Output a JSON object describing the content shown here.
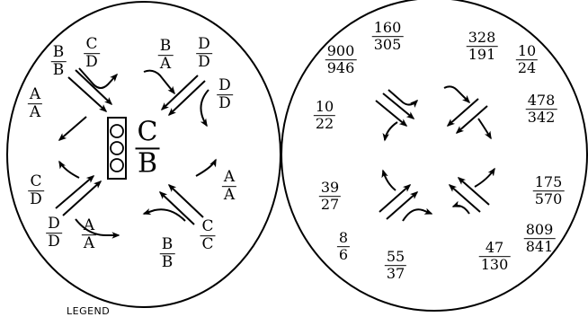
{
  "left_circle": {
    "signal_label": {
      "top": "C",
      "bottom": "B"
    },
    "approach_labels": [
      {
        "n": "B",
        "d": "B"
      },
      {
        "n": "C",
        "d": "D"
      },
      {
        "n": "B",
        "d": "A"
      },
      {
        "n": "D",
        "d": "D"
      },
      {
        "n": "A",
        "d": "A"
      },
      {
        "n": "D",
        "d": "D"
      },
      {
        "n": "C",
        "d": "D"
      },
      {
        "n": "A",
        "d": "A"
      },
      {
        "n": "D",
        "d": "D"
      },
      {
        "n": "A",
        "d": "A"
      },
      {
        "n": "B",
        "d": "B"
      },
      {
        "n": "C",
        "d": "C"
      }
    ]
  },
  "right_circle": {
    "movement_counts": [
      {
        "n": "900",
        "d": "946"
      },
      {
        "n": "160",
        "d": "305"
      },
      {
        "n": "328",
        "d": "191"
      },
      {
        "n": "10",
        "d": "24"
      },
      {
        "n": "10",
        "d": "22"
      },
      {
        "n": "478",
        "d": "342"
      },
      {
        "n": "39",
        "d": "27"
      },
      {
        "n": "175",
        "d": "570"
      },
      {
        "n": "8",
        "d": "6"
      },
      {
        "n": "55",
        "d": "37"
      },
      {
        "n": "47",
        "d": "130"
      },
      {
        "n": "809",
        "d": "841"
      }
    ]
  },
  "legend": {
    "label": "LEGEND"
  }
}
